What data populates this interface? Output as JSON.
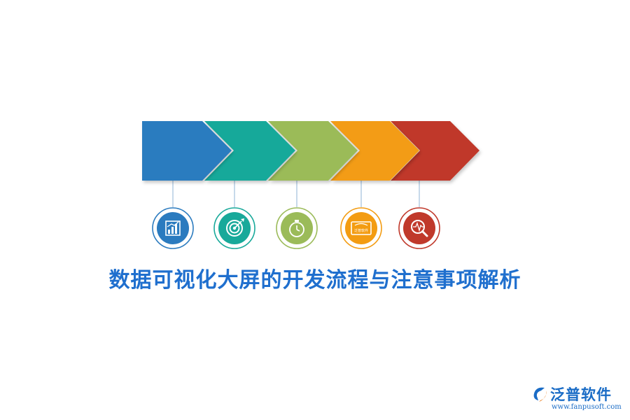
{
  "title": "数据可视化大屏的开发流程与注意事项解析",
  "logo": {
    "brand": "泛普软件",
    "url": "www.fanpusoft.com",
    "color": "#1a6cc6"
  },
  "steps": [
    {
      "color": "#2b7bbf",
      "icon": "bar-chart-icon"
    },
    {
      "color": "#18a99a",
      "icon": "target-icon"
    },
    {
      "color": "#9bbb59",
      "icon": "stopwatch-icon"
    },
    {
      "color": "#f39c12",
      "icon": "monitor-icon",
      "icon_text": "泛普软件"
    },
    {
      "color": "#c0392b",
      "icon": "magnifier-pulse-icon"
    }
  ]
}
